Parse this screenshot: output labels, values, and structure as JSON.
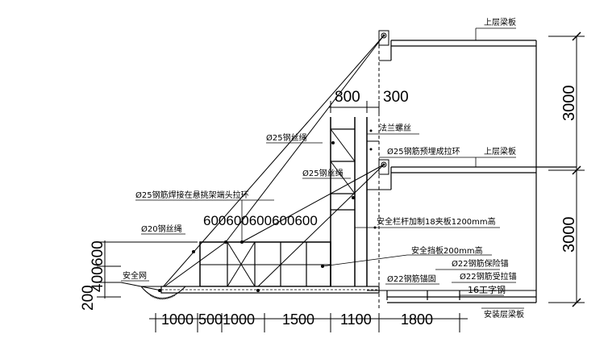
{
  "labels": {
    "upper_beam": "上层梁板",
    "upper_beam2": "上层梁板",
    "install_beam": "安装层梁板",
    "rope1": "Ø25钢丝绳",
    "rope2": "Ø25钢丝绳",
    "rope3": "Ø20钢丝绳",
    "flange_bolt": "法兰螺丝",
    "embed_ring": "Ø25钢筋预埋成拉环",
    "weld_ring": "Ø25钢筋焊接在悬挑架端头拉环",
    "rail": "安全栏杆加制18夹板1200mm高",
    "toe_board": "安全挡板200mm高",
    "anchor": "Ø22钢筋锚固",
    "protect_anchor": "Ø22钢筋保险锚",
    "pull_anchor": "Ø22钢筋受拉锚",
    "i_beam": "16工字钢",
    "net": "安全网"
  },
  "dims": {
    "top_800": "800",
    "top_300": "300",
    "right_3000_upper": "3000",
    "right_3000_lower": "3000",
    "spacing": "600600600600600",
    "left_600": "600",
    "left_400": "400",
    "left_200": "200",
    "bottom": [
      "1000",
      "500",
      "1000",
      "1500",
      "1100",
      "1800"
    ]
  }
}
